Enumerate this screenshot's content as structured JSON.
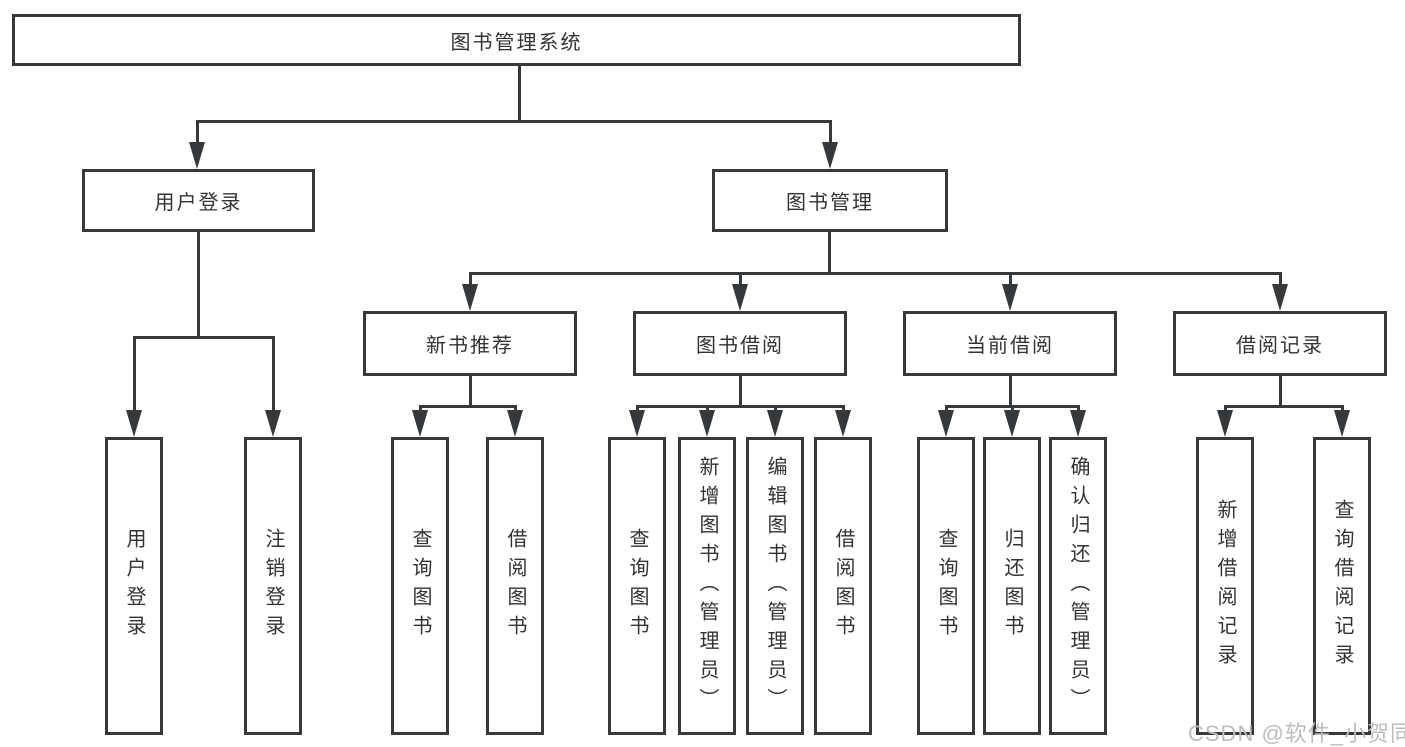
{
  "diagram": {
    "root": {
      "label": "图书管理系统"
    },
    "branches": [
      {
        "label": "用户登录",
        "leaves": [
          {
            "label": "用户登录"
          },
          {
            "label": "注销登录"
          }
        ]
      },
      {
        "label": "图书管理",
        "groups": [
          {
            "label": "新书推荐",
            "leaves": [
              {
                "label": "查询图书"
              },
              {
                "label": "借阅图书"
              }
            ]
          },
          {
            "label": "图书借阅",
            "leaves": [
              {
                "label": "查询图书"
              },
              {
                "label": "新增图书（管理员）"
              },
              {
                "label": "编辑图书（管理员）"
              },
              {
                "label": "借阅图书"
              }
            ]
          },
          {
            "label": "当前借阅",
            "leaves": [
              {
                "label": "查询图书"
              },
              {
                "label": "归还图书"
              },
              {
                "label": "确认归还（管理员）"
              }
            ]
          },
          {
            "label": "借阅记录",
            "leaves": [
              {
                "label": "新增借阅记录"
              },
              {
                "label": "查询借阅记录"
              }
            ]
          }
        ]
      }
    ]
  },
  "watermark": {
    "text": "CSDN @软件_小贺同学"
  },
  "colors": {
    "line": "#36393c",
    "text": "#333333",
    "watermark": "#bdbdbd",
    "bg": "#ffffff"
  }
}
